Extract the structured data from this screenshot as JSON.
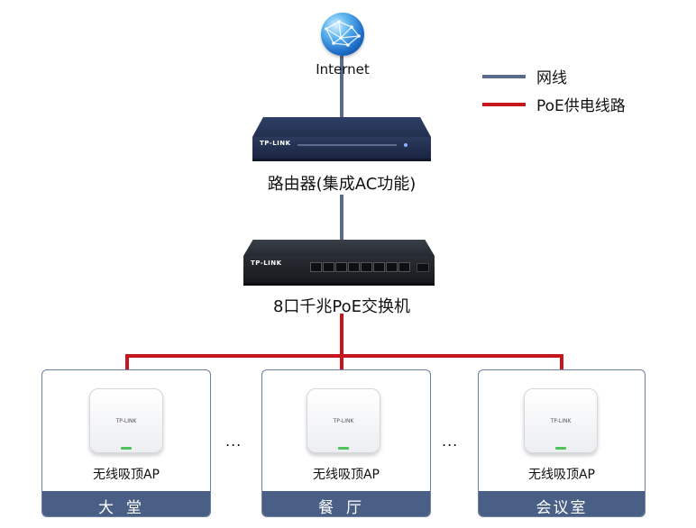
{
  "internet": {
    "label": "Internet"
  },
  "legend": {
    "network": {
      "label": "网线",
      "color": "#5a6a8a"
    },
    "poe": {
      "label": "PoE供电线路",
      "color": "#c8161d"
    }
  },
  "router": {
    "label": "路由器(集成AC功能)",
    "brand": "TP-LINK"
  },
  "switch": {
    "label": "8口千兆PoE交换机",
    "brand": "TP-LINK"
  },
  "ellipsis": "...",
  "rooms": [
    {
      "name": "大堂",
      "ap_label": "无线吸顶AP",
      "ap_brand": "TP-LINK"
    },
    {
      "name": "餐厅",
      "ap_label": "无线吸顶AP",
      "ap_brand": "TP-LINK"
    },
    {
      "name": "会议室",
      "ap_label": "无线吸顶AP",
      "ap_brand": "TP-LINK"
    }
  ]
}
